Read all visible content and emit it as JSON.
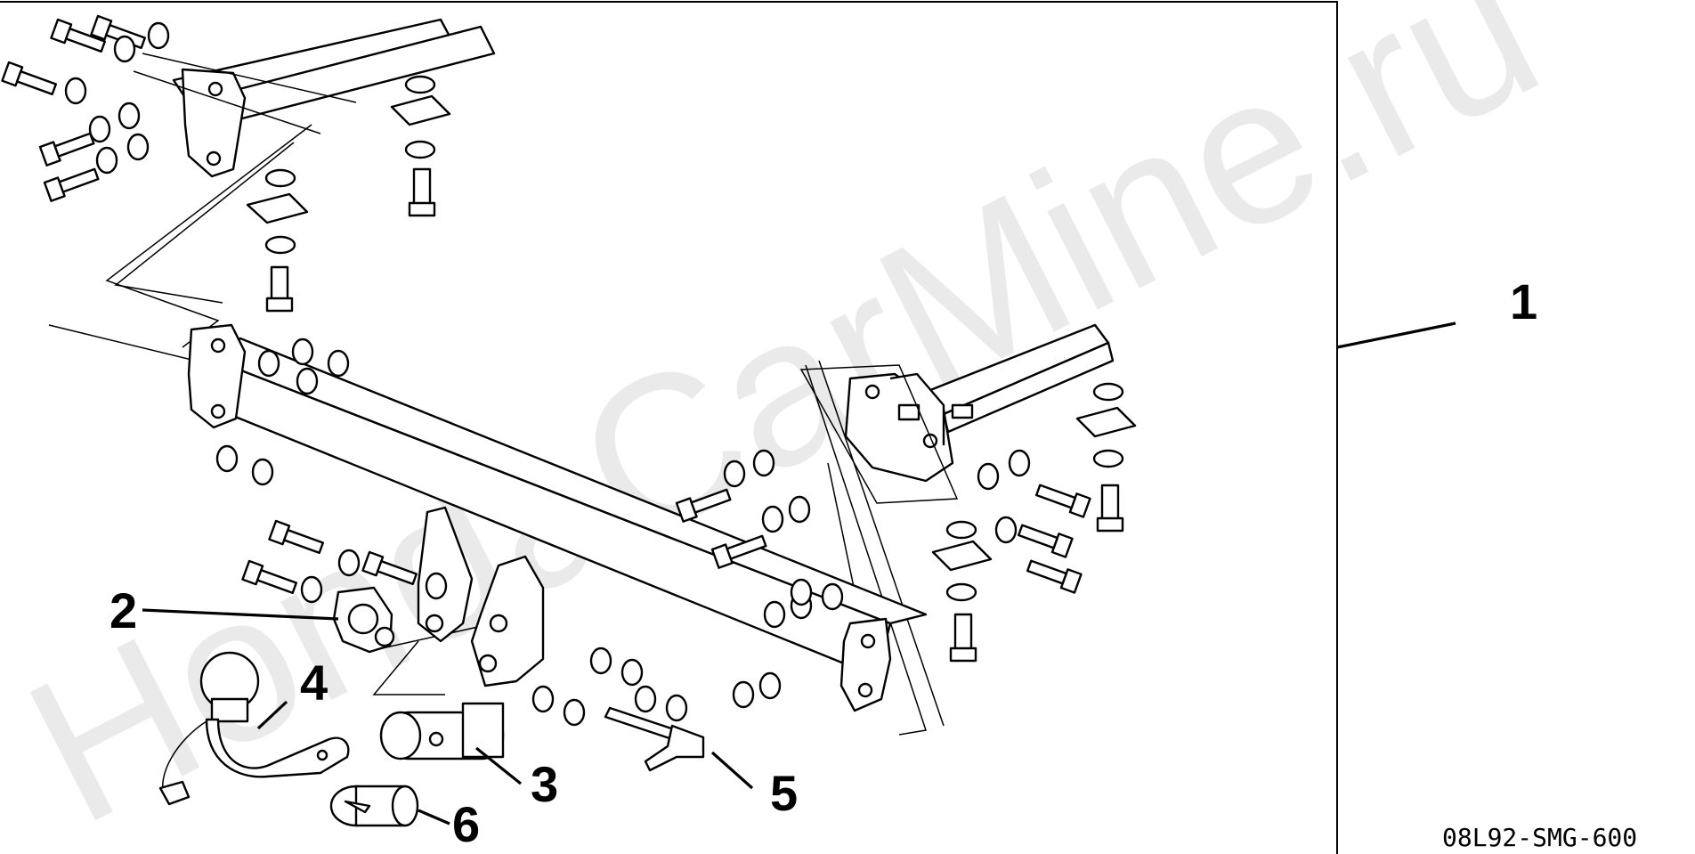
{
  "watermark": "HondaCarMine.ru",
  "part_code": "08L92-SMG-600",
  "callouts": {
    "c1": "1",
    "c2": "2",
    "c3": "3",
    "c4": "4",
    "c5": "5",
    "c6": "6"
  }
}
